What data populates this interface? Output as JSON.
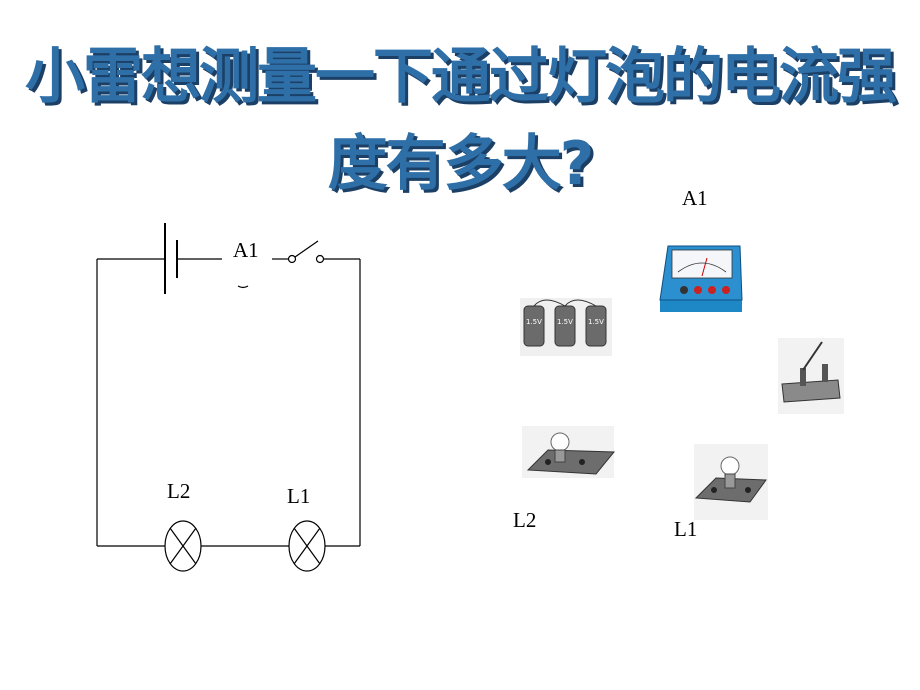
{
  "title": "小雷想测量一下通过灯泡的电流强度有多大?",
  "circuit": {
    "ammeter_label": "A1",
    "lamp_left_label": "L2",
    "lamp_right_label": "L1"
  },
  "apparatus": {
    "ammeter_label": "A1",
    "bulb_left_label": "L2",
    "bulb_right_label": "L1",
    "battery_text": "1.5V"
  }
}
